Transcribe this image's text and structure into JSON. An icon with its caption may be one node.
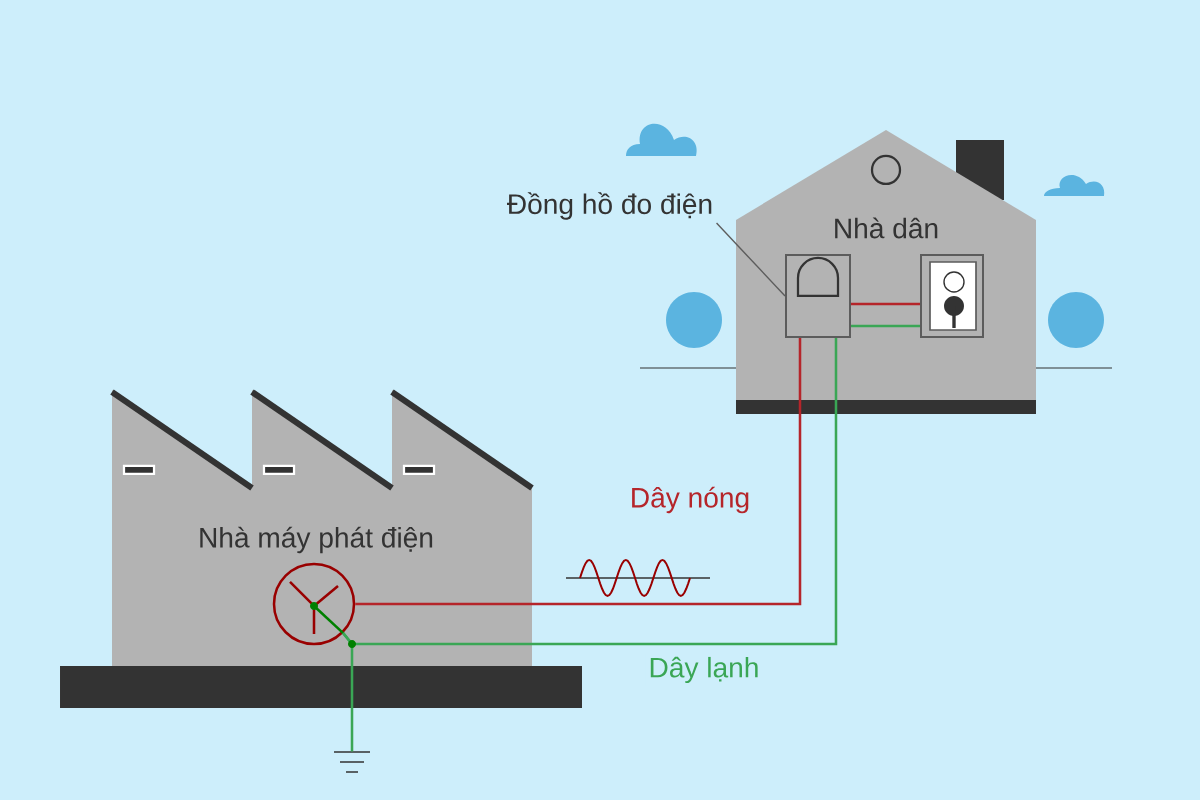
{
  "diagram": {
    "nodes": [
      {
        "text": [
          "Nhà máy phát điện"
        ]
      },
      {
        "text": [],
        "shape": "circle",
        "in": 0
      },
      {
        "text": [
          "Nhà dân"
        ]
      },
      {
        "text": [],
        "shape": "box",
        "in": 2
      },
      {
        "text": [],
        "shape": "box",
        "in": 2
      },
      {
        "text": [
          "Đồng hồ đo điện"
        ]
      },
      {
        "text": [],
        "shape": "picture"
      }
    ],
    "edges": [
      {
        "from": 1,
        "to": 3,
        "arrow": "none",
        "label": "Dây nóng",
        "color": "#b5252a"
      },
      {
        "from": 1,
        "to": 3,
        "arrow": "none",
        "label": "Dây lạnh",
        "color": "#3aa655"
      },
      {
        "from": 3,
        "to": 4,
        "arrow": "none",
        "color": "#b5252a"
      },
      {
        "from": 3,
        "to": 4,
        "arrow": "none",
        "color": "#3aa655"
      },
      {
        "from": 1,
        "to": 6,
        "arrow": "none",
        "color": "#3aa655"
      },
      {
        "from": 5,
        "to": 3,
        "arrow": "none"
      }
    ]
  }
}
